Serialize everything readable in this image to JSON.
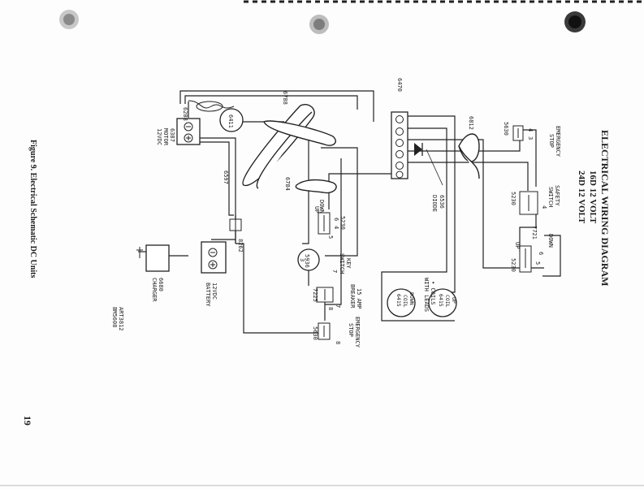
{
  "title": {
    "line1": "ELECTRICAL WIRING DIAGRAM",
    "line2": "16D    12 VOLT",
    "line3": "24D    12 VOLT"
  },
  "caption": "Figure 9. Electrical Schematic DC Units",
  "page_number": "19",
  "art_ref": {
    "line1": "ART3812",
    "line2": "BM5608"
  },
  "parts": {
    "p6470": "6470",
    "p6788": "6788",
    "p6812": "6812",
    "p6784": "6784",
    "p6536": "6536",
    "diode": "DIODE",
    "p6597": "6597",
    "p8262": "8262",
    "p6208": "6208",
    "p6411": "6411",
    "motor": {
      "l1": "6387",
      "l2": "MOTOR",
      "l3": "12VDC"
    },
    "battery": {
      "l1": "12VDC",
      "l2": "BATTERY"
    },
    "charger": {
      "l1": "6680",
      "l2": "CHARGER"
    },
    "emergency_stop_top": {
      "l1": "EMERGENCY",
      "l2": "STOP",
      "l3": "5630",
      "pin3": "3",
      "pin4": "4"
    },
    "safety_switch": {
      "l1": "SAFETY",
      "l2": "SWITCH",
      "l3": "5230",
      "pin4": "4"
    },
    "updown_right": {
      "up": "UP",
      "down": "DOWN",
      "code": "5230",
      "pin5": "5",
      "pin6": "6",
      "ref": "7721"
    },
    "updown_left": {
      "up": "UP",
      "down": "DOWN",
      "code": "5230",
      "pin4": "4",
      "pin5": "5",
      "pin6": "6"
    },
    "up_coil": {
      "l1": "UP",
      "l2": "COIL",
      "l3": "6415"
    },
    "down_coil": {
      "l1": "DOWN",
      "l2": "COIL",
      "l3": "6415"
    },
    "coils_note": {
      "l1": "• COILS",
      "l2": "WITH LEADS"
    },
    "key_switch": {
      "l1": "KEY",
      "l2": "SWITCH",
      "l3": "5936",
      "pin3": "3",
      "pin7": "7"
    },
    "breaker": {
      "l1": "15 AMP",
      "l2": "BREAKER",
      "l3": "7225",
      "pin7": "7",
      "pin8": "8"
    },
    "emergency_stop_bottom": {
      "l1": "EMERGENCY",
      "l2": "STOP",
      "l3": "5630",
      "pin8": "8"
    }
  }
}
